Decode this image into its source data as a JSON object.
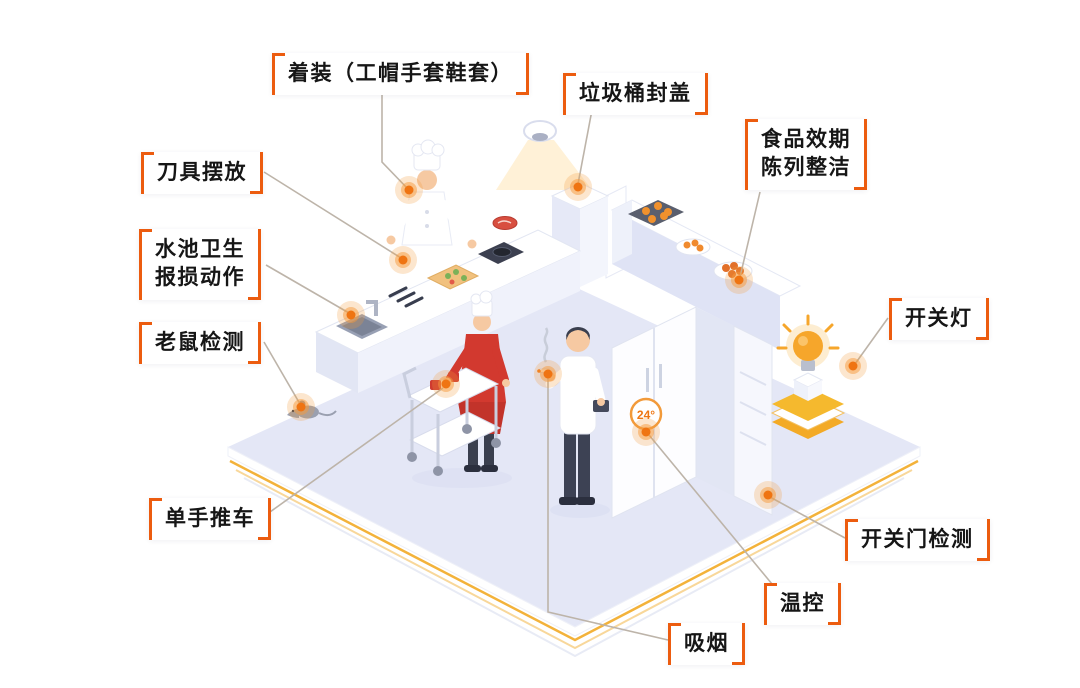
{
  "labels": {
    "dress": "着装（工帽手套鞋套）",
    "trash_lid": "垃圾桶封盖",
    "knife_placement": "刀具摆放",
    "food_expiry": [
      "食品效期",
      "陈列整洁"
    ],
    "sink_hygiene": [
      "水池卫生",
      "报损动作"
    ],
    "light_switch": "开关灯",
    "mouse_detection": "老鼠检测",
    "one_hand_cart": "单手推车",
    "door_detection": "开关门检测",
    "temperature_control": "温控",
    "smoking": "吸烟"
  },
  "scene": {
    "fridge_temp": "24°"
  },
  "colors": {
    "accent": "#ec5c0f",
    "glow": "#ef7412",
    "platform": "#e4e7f6"
  }
}
